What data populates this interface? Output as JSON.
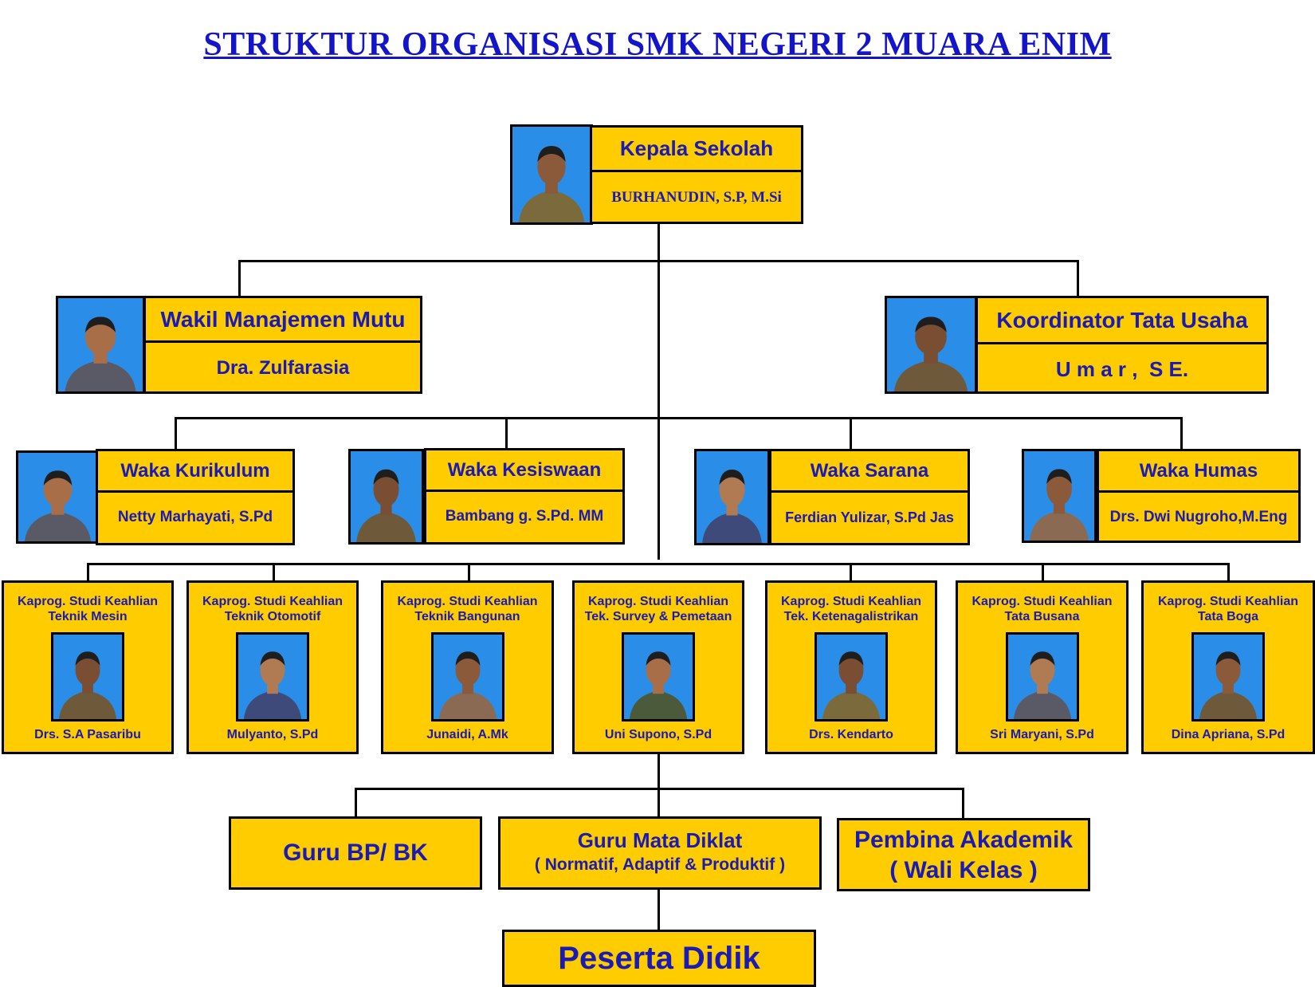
{
  "title": "STRUKTUR ORGANISASI SMK NEGERI 2 MUARA ENIM",
  "colors": {
    "box": "#ffcc00",
    "text": "#1a1ab4",
    "title": "#1414c8",
    "photo_bg": "#2a8ee8"
  },
  "head": {
    "role": "Kepala Sekolah",
    "name": "BURHANUDIN, S.P, M.Si"
  },
  "wakil": {
    "role": "Wakil Manajemen Mutu",
    "name": "Dra. Zulfarasia"
  },
  "koordinator": {
    "role": "Koordinator Tata Usaha",
    "name": "U m a r ,  S E."
  },
  "waka": [
    {
      "role": "Waka Kurikulum",
      "name": "Netty Marhayati, S.Pd"
    },
    {
      "role": "Waka Kesiswaan",
      "name": "Bambang g. S.Pd. MM"
    },
    {
      "role": "Waka Sarana",
      "name": "Ferdian Yulizar, S.Pd Jas"
    },
    {
      "role": "Waka Humas",
      "name": "Drs. Dwi Nugroho,M.Eng"
    }
  ],
  "kaprog": [
    {
      "role1": "Kaprog. Studi Keahlian",
      "role2": "Teknik Mesin",
      "name": "Drs. S.A Pasaribu"
    },
    {
      "role1": "Kaprog. Studi Keahlian",
      "role2": "Teknik Otomotif",
      "name": "Mulyanto, S.Pd"
    },
    {
      "role1": "Kaprog. Studi Keahlian",
      "role2": "Teknik Bangunan",
      "name": "Junaidi, A.Mk"
    },
    {
      "role1": "Kaprog. Studi Keahlian",
      "role2": "Tek. Survey & Pemetaan",
      "name": "Uni Supono, S.Pd"
    },
    {
      "role1": "Kaprog. Studi Keahlian",
      "role2": "Tek. Ketenagalistrikan",
      "name": "Drs. Kendarto"
    },
    {
      "role1": "Kaprog. Studi Keahlian",
      "role2": "Tata Busana",
      "name": "Sri Maryani, S.Pd"
    },
    {
      "role1": "Kaprog. Studi Keahlian",
      "role2": "Tata Boga",
      "name": "Dina Apriana, S.Pd"
    }
  ],
  "guru_bp": "Guru BP/ BK",
  "guru_mata": {
    "line1": "Guru Mata Diklat",
    "line2": "( Normatif, Adaptif & Produktif )"
  },
  "pembina": {
    "line1": "Pembina Akademik",
    "line2": "( Wali Kelas )"
  },
  "peserta": "Peserta Didik"
}
